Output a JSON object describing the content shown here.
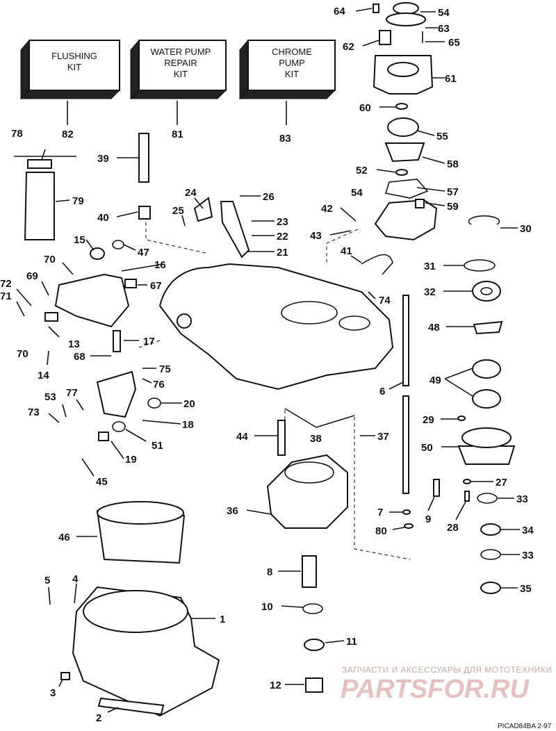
{
  "kits": [
    {
      "id": "flushing",
      "lines": [
        "FLUSHING",
        "KIT"
      ],
      "number": "82"
    },
    {
      "id": "water-pump",
      "lines": [
        "WATER PUMP",
        "REPAIR",
        "KIT"
      ],
      "number": "81"
    },
    {
      "id": "chrome-pump",
      "lines": [
        "CHROME",
        "PUMP",
        "KIT"
      ],
      "number": "83"
    }
  ],
  "callouts": [
    "64",
    "54",
    "63",
    "62",
    "65",
    "61",
    "60",
    "55",
    "58",
    "52",
    "57",
    "59",
    "30",
    "31",
    "32",
    "48",
    "49",
    "29",
    "50",
    "27",
    "33",
    "34",
    "35",
    "78",
    "79",
    "39",
    "40",
    "24",
    "26",
    "25",
    "23",
    "22",
    "21",
    "42",
    "43",
    "41",
    "74",
    "15",
    "47",
    "70",
    "16",
    "72",
    "69",
    "71",
    "67",
    "13",
    "17",
    "68",
    "14",
    "75",
    "76",
    "20",
    "77",
    "53",
    "73",
    "18",
    "51",
    "19",
    "45",
    "44",
    "38",
    "37",
    "6",
    "36",
    "7",
    "80",
    "9",
    "28",
    "46",
    "5",
    "4",
    "1",
    "8",
    "10",
    "11",
    "12",
    "3",
    "2"
  ],
  "watermark": {
    "line1": "ЗАПЧАСТИ И АКСЕССУАРЫ ДЛЯ МОТОТЕХНИКИ",
    "logo": "PARTSFOR.RU"
  },
  "footer_code": "PICAD84BA   2-97"
}
